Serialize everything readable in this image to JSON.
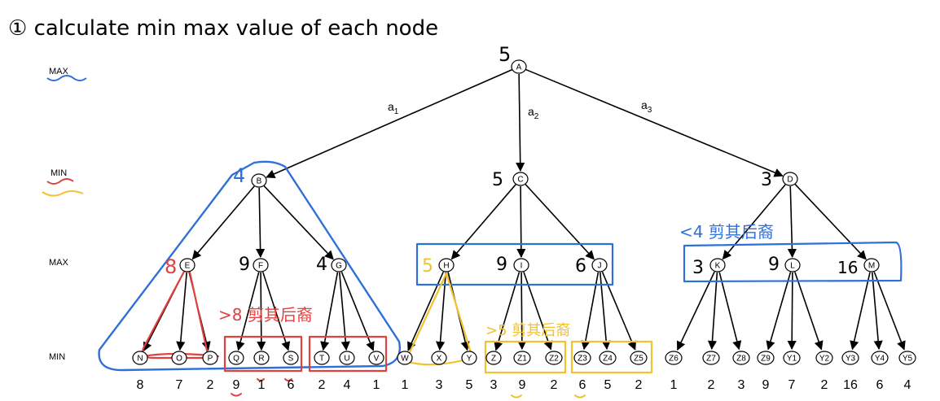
{
  "title": "① calculate min max value of each node",
  "levels": [
    "MAX",
    "MIN",
    "MAX",
    "MIN"
  ],
  "edge_labels": [
    "a",
    "a",
    "a"
  ],
  "edge_label_subs": [
    "1",
    "2",
    "3"
  ],
  "nodes": {
    "root": "A",
    "level1": [
      "B",
      "C",
      "D"
    ],
    "level2": [
      "E",
      "F",
      "G",
      "H",
      "I",
      "J",
      "K",
      "L",
      "M"
    ],
    "leaves": [
      "N",
      "O",
      "P",
      "Q",
      "R",
      "S",
      "T",
      "U",
      "V",
      "W",
      "X",
      "Y",
      "Z",
      "Z1",
      "Z2",
      "Z3",
      "Z4",
      "Z5",
      "Z6",
      "Z7",
      "Z8",
      "Z9",
      "Y1",
      "Y2",
      "Y3",
      "Y4",
      "Y5"
    ]
  },
  "leaf_values": [
    "8",
    "7",
    "2",
    "9",
    "1",
    "6",
    "2",
    "4",
    "1",
    "1",
    "3",
    "5",
    "3",
    "9",
    "2",
    "6",
    "5",
    "2",
    "1",
    "2",
    "3",
    "9",
    "7",
    "2",
    "16",
    "6",
    "4"
  ],
  "node_values": {
    "A": "5",
    "B": "4",
    "C": "5",
    "D": "3",
    "E": "8",
    "F": "9",
    "G": "4",
    "H": "5",
    "I": "9",
    "J": "6",
    "K": "3",
    "L": "9",
    "M": "16"
  },
  "annotations": {
    "pruned_f": ">8 剪其后裔",
    "pruned_i": ">5 剪其后裔",
    "pruned_d": "<4 剪其后裔"
  },
  "colors": {
    "ink": "#000000",
    "blue": "#2f6fd8",
    "red": "#e0413f",
    "yellow": "#f2c12e"
  }
}
